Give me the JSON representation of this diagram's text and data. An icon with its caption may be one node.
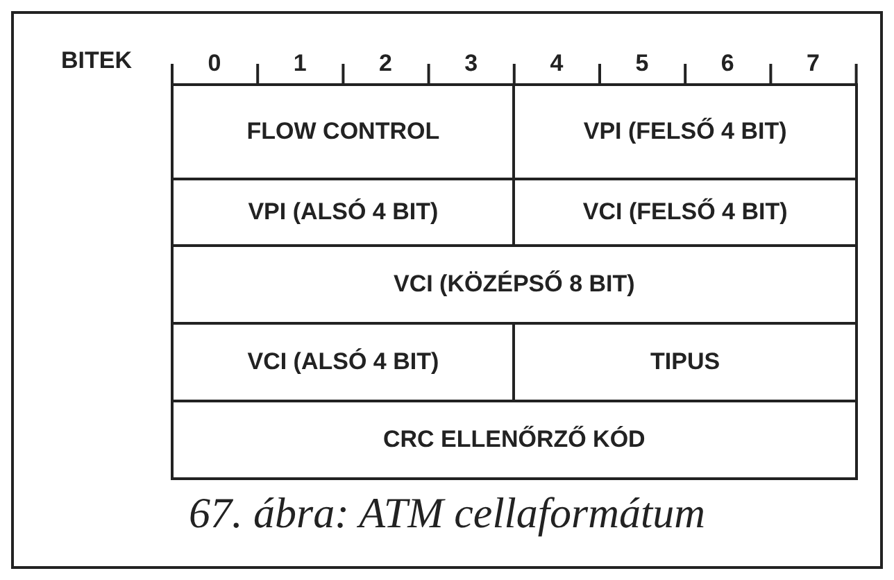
{
  "diagram": {
    "caption": "67. ábra: ATM cellaformátum",
    "nodes": [
      {
        "text": [
          "FLOW CONTROL"
        ]
      },
      {
        "text": [
          "VPI (FELSŐ 4 BIT)"
        ]
      },
      {
        "text": [
          "VPI (ALSÓ 4 BIT)"
        ]
      },
      {
        "text": [
          "VCI (FELSŐ 4 BIT)"
        ]
      },
      {
        "text": [
          "VCI (KÖZÉPSŐ 8 BIT)"
        ]
      },
      {
        "text": [
          "VCI (ALSÓ 4 BIT)"
        ]
      },
      {
        "text": [
          "TIPUS"
        ]
      },
      {
        "text": [
          "CRC ELLENŐRZŐ KÓD"
        ]
      }
    ],
    "labels": [
      "BITEK",
      "0",
      "1",
      "2",
      "3",
      "4",
      "5",
      "6",
      "7"
    ]
  }
}
